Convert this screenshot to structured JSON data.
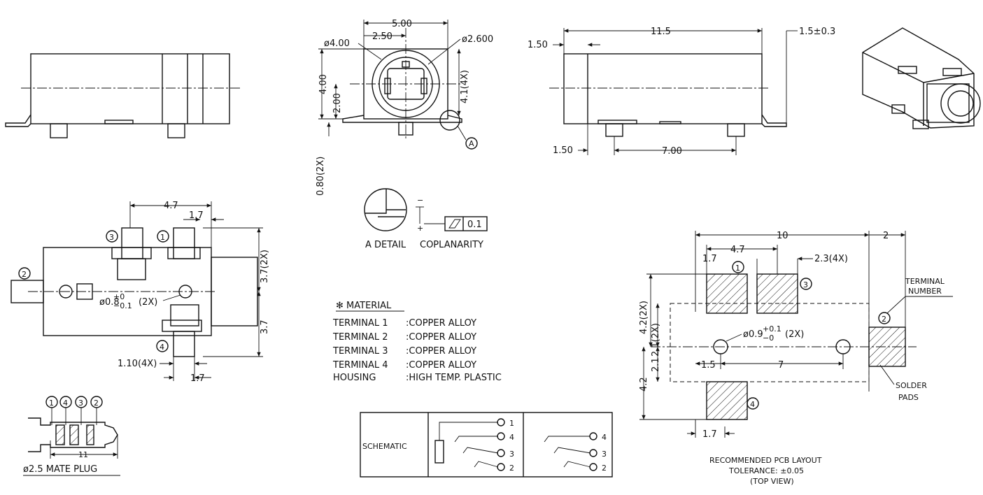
{
  "front": {
    "w": "5.00",
    "r": "2.50",
    "hole_big": "ø4.00",
    "hole_small": "ø2.600",
    "h": "4.00",
    "h2": "2.00",
    "side": "4.1(4X)",
    "pin_h": "0.80(2X)",
    "callout_a": "A"
  },
  "side": {
    "len": "11.5",
    "tab": "1.5±0.3",
    "off_top": "1.50",
    "off_bot": "1.50",
    "pitch": "7.00"
  },
  "detail": {
    "label": "A DETAIL",
    "coplanarity": "COPLANARITY",
    "tol": "0.1"
  },
  "top": {
    "w1": "4.7",
    "w2": "1.7",
    "h1": "3.7(2X)",
    "h2": "3.7",
    "hole": "ø0.8",
    "hole_tol_up": "+0",
    "hole_tol_dn": "−0.1",
    "hole_count": "(2X)",
    "pin_w": "1.10(4X)",
    "pitch_b": "1.7",
    "n1": "1",
    "n2": "2",
    "n3": "3",
    "n4": "4"
  },
  "material": {
    "title": "✻ MATERIAL",
    "rows": [
      {
        "k": "TERMINAL 1",
        "v": ":COPPER ALLOY"
      },
      {
        "k": "TERMINAL 2",
        "v": ":COPPER ALLOY"
      },
      {
        "k": "TERMINAL 3",
        "v": ":COPPER ALLOY"
      },
      {
        "k": "TERMINAL 4",
        "v": ":COPPER ALLOY"
      },
      {
        "k": "HOUSING",
        "v": ":HIGH TEMP. PLASTIC"
      }
    ]
  },
  "plug": {
    "caption": "ø2.5 MATE PLUG",
    "len": "11",
    "n1": "1",
    "n2": "4",
    "n3": "3",
    "n4": "2"
  },
  "schematic": {
    "label": "SCHEMATIC",
    "a1": "1",
    "a2": "4",
    "a3": "3",
    "a4": "2",
    "b1": "4",
    "b2": "3",
    "b3": "2"
  },
  "pcb": {
    "w": "10",
    "w_ext": "2",
    "w1": "4.7",
    "pad_w": "2.3(4X)",
    "pad1": "1.7",
    "h1": "4.2(2X)",
    "h2": "2.1(2X)",
    "h3": "2.1",
    "h4": "4.2",
    "hole": "ø0.9",
    "hole_tol_up": "+0.1",
    "hole_tol_dn": "−0",
    "hole_count": "(2X)",
    "x1": "1.5",
    "x2": "7",
    "bot": "1.7",
    "term_label_1": "TERMINAL",
    "term_label_2": "NUMBER",
    "solder_1": "SOLDER",
    "solder_2": "PADS",
    "n1": "1",
    "n2": "2",
    "n3": "3",
    "n4": "4",
    "caption_1": "RECOMMENDED PCB LAYOUT",
    "caption_2": "TOLERANCE: ±0.05",
    "caption_3": "(TOP VIEW)"
  }
}
